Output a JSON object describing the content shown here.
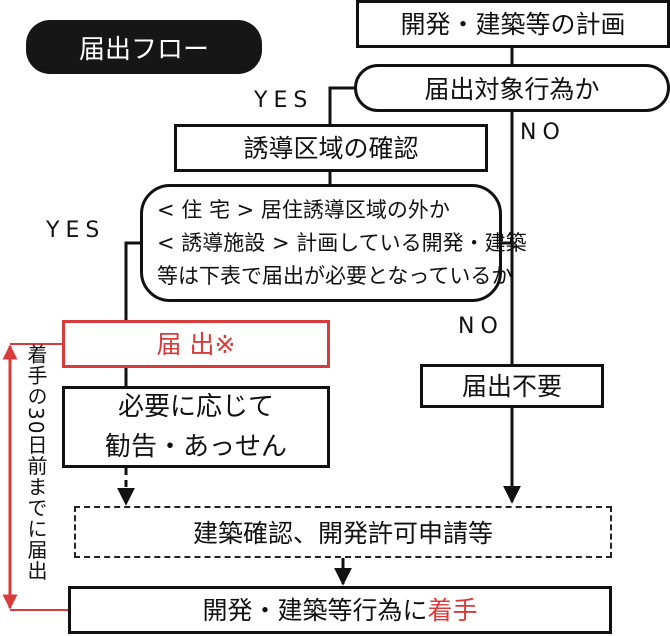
{
  "colors": {
    "accent": "#d93a3a",
    "ink": "#111111",
    "title_bg": "#161616"
  },
  "title": "届出フロー",
  "nodes": {
    "plan": "開発・建築等の計画",
    "target_question": "届出対象行為か",
    "confirm_area": "誘導区域の確認",
    "condition": {
      "line1": "< 住  宅 > 居住誘導区域の外か",
      "line2": "< 誘導施設 > 計画している開発・建築",
      "line3": "等は下表で届出が必要となっているか"
    },
    "notify": "届 出※",
    "no_notify": "届出不要",
    "advice": {
      "line1": "必要に応じて",
      "line2": "勧告・あっせん"
    },
    "permit": "建築確認、開発許可申請等",
    "start": {
      "prefix": "開発・建築等行為に",
      "accent": "着手"
    }
  },
  "labels": {
    "yes": "YES",
    "no": "NO"
  },
  "deadline_note": "着手の30日前までに届出"
}
